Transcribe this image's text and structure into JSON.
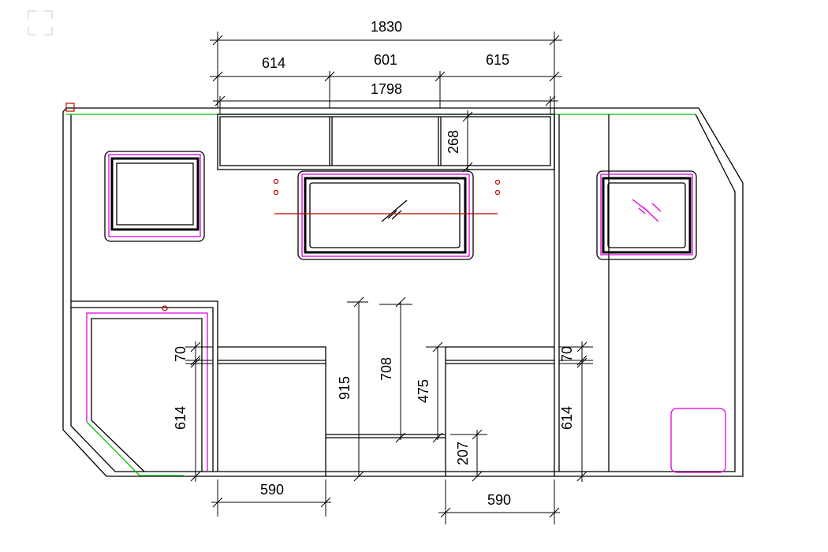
{
  "dimensions": {
    "overall_width": "1830",
    "upper_left": "614",
    "upper_middle": "601",
    "upper_right": "615",
    "upper_inner_width": "1798",
    "upper_height": "268",
    "left_counter_top": "70",
    "left_counter_height": "614",
    "left_counter_width": "590",
    "table_height": "915",
    "seat_height_a": "708",
    "seat_height_b": "475",
    "step_height": "207",
    "right_counter_width": "590",
    "right_counter_top": "70",
    "right_counter_height": "614"
  },
  "colors": {
    "lines": "#000000",
    "glazing": "#e000e0",
    "reference": "#00c000",
    "markers": "#c00000"
  }
}
